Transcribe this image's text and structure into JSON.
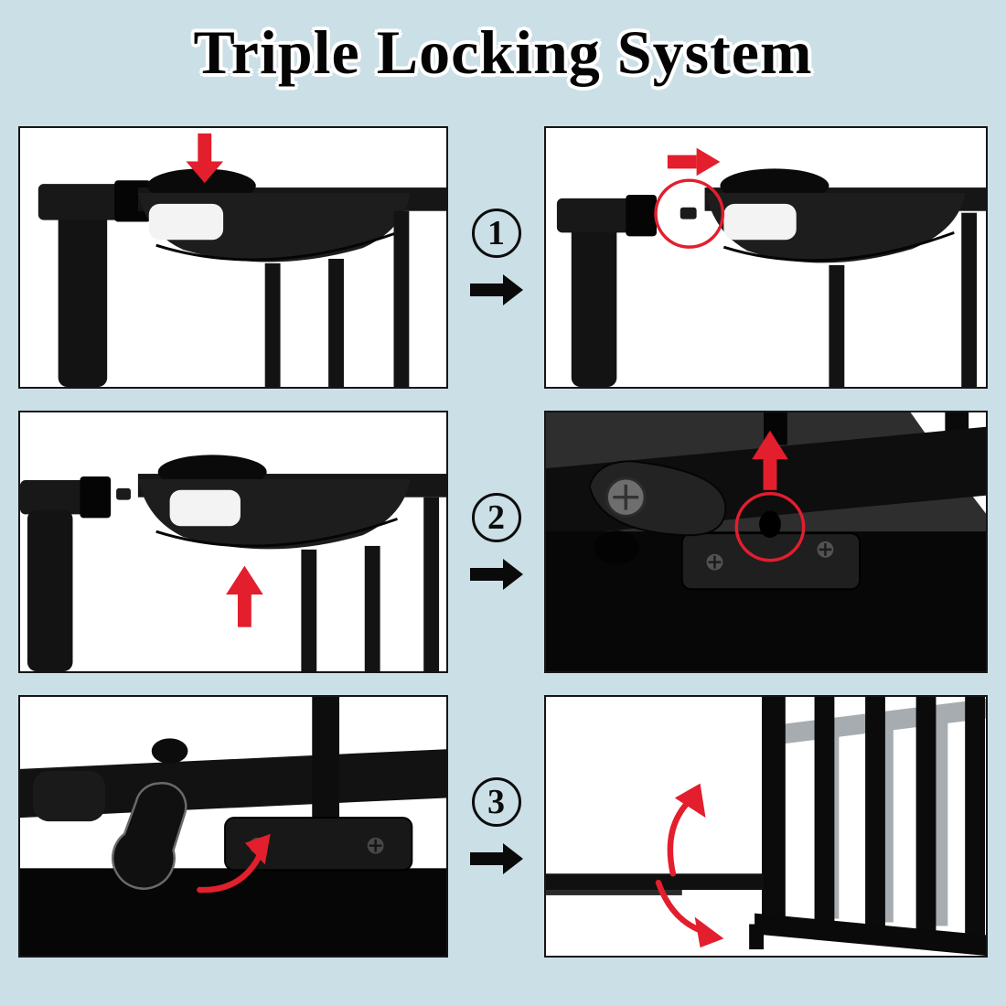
{
  "page": {
    "title": "Triple Locking System",
    "background_color": "#cbdfe6"
  },
  "colors": {
    "accent_red": "#e31e2d",
    "ink_black": "#0c0c0c",
    "panel_background": "#ffffff",
    "panel_border": "#161616",
    "page_background": "#cbdfe6",
    "gray_metal": "#a6acaf"
  },
  "steps": [
    {
      "number": "1",
      "left_panel_icon": "gate-handle-press-down-illustration",
      "right_panel_icon": "gate-latch-slide-right-illustration",
      "between_icon": "black-arrow-right-icon"
    },
    {
      "number": "2",
      "left_panel_icon": "gate-handle-lift-up-illustration",
      "right_panel_icon": "bottom-lock-pin-release-illustration",
      "between_icon": "black-arrow-right-icon"
    },
    {
      "number": "3",
      "left_panel_icon": "bottom-lock-lever-rotate-illustration",
      "right_panel_icon": "gate-swings-both-ways-illustration",
      "between_icon": "black-arrow-right-icon"
    }
  ]
}
